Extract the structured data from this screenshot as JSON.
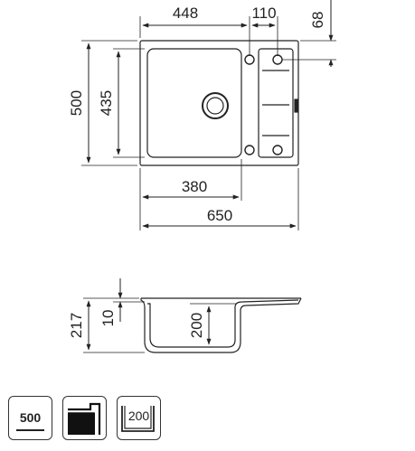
{
  "top_view": {
    "dim_width_bowl_outer": "448",
    "dim_drainer_width": "110",
    "dim_corner_offset": "68",
    "dim_total_depth": "500",
    "dim_bowl_depth": "435",
    "dim_bowl_width": "380",
    "dim_total_width": "650"
  },
  "section_view": {
    "dim_total_height": "217",
    "dim_rim": "10",
    "dim_bowl_height": "200"
  },
  "icons": [
    {
      "name": "cabinet-size-icon",
      "label": "500"
    },
    {
      "name": "flush-mount-icon",
      "label": ""
    },
    {
      "name": "bowl-depth-icon",
      "label": "200"
    }
  ]
}
